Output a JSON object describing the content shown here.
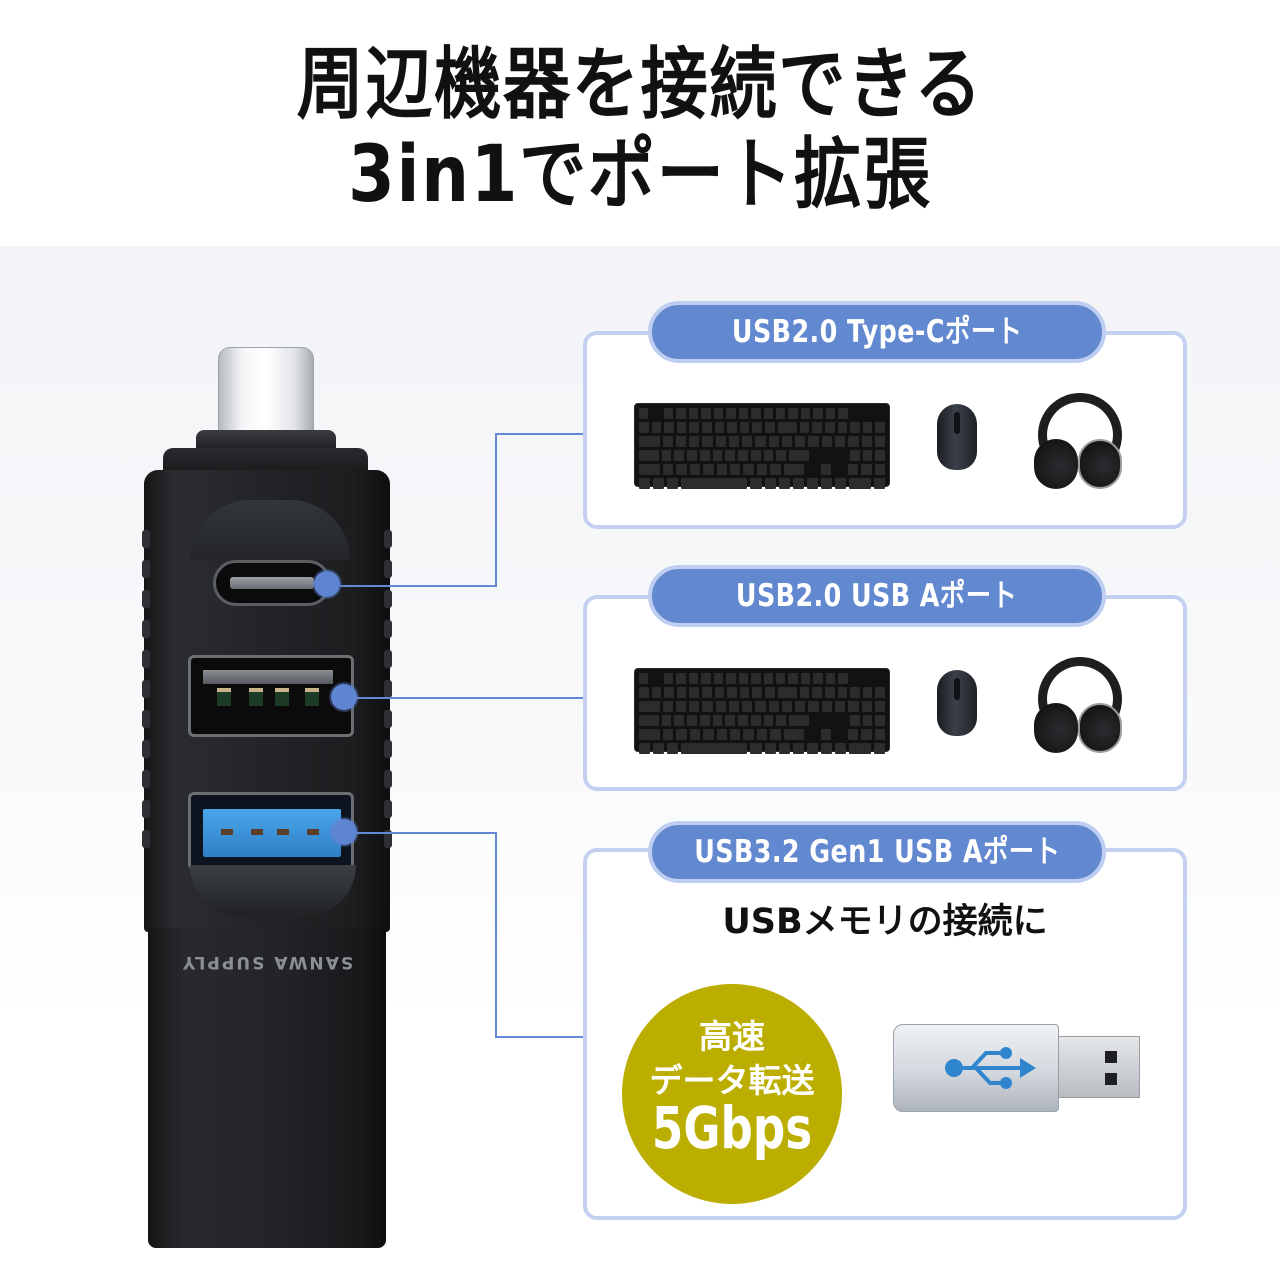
{
  "header": {
    "line1": "周辺機器を接続できる",
    "line2": "3in1でポート拡張"
  },
  "device": {
    "brand_text": "SANWA SUPPLY",
    "ports": [
      {
        "id": "type-c",
        "type": "USB Type-C"
      },
      {
        "id": "usb-a-2",
        "type": "USB A (2.0)"
      },
      {
        "id": "usb-a-3",
        "type": "USB A (3.2 Gen1)",
        "color": "#3d8fd6"
      }
    ]
  },
  "ports": [
    {
      "label": "USB2.0 Type-Cポート",
      "devices": [
        "keyboard",
        "mouse",
        "headphones"
      ]
    },
    {
      "label": "USB2.0 USB Aポート",
      "devices": [
        "keyboard",
        "mouse",
        "headphones"
      ]
    },
    {
      "label": "USB3.2 Gen1 USB Aポート",
      "subtitle": "USBメモリの接続に",
      "badge": {
        "line1": "高速",
        "line2": "データ転送",
        "line3": "5Gbps"
      },
      "devices": [
        "usb-flash-drive"
      ]
    }
  ],
  "colors": {
    "accent_blue": "#6288d0",
    "pill_border": "#bfcdf0",
    "box_border": "#c3d0ef",
    "connector_line": "#6488d4",
    "badge_olive": "#bcae00",
    "usb_symbol_blue": "#2f86cf"
  }
}
